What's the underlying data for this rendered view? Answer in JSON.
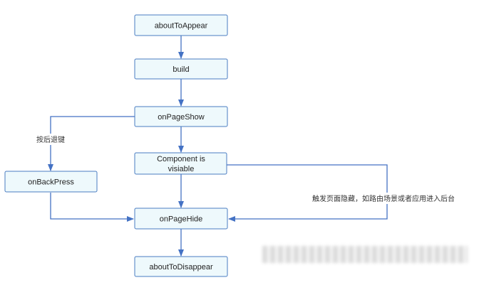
{
  "nodes": {
    "about_to_appear": "aboutToAppear",
    "build": "build",
    "on_page_show": "onPageShow",
    "component_visible_line1": "Component is",
    "component_visible_line2": "visiable",
    "on_back_press": "onBackPress",
    "on_page_hide": "onPageHide",
    "about_to_disappear": "aboutToDisappear"
  },
  "edges": {
    "back_key_label": "按后退键",
    "hidden_label": "触发页面隐藏，如路由场景或者应用进入后台"
  },
  "colors": {
    "node_fill": "#eef9fc",
    "node_border": "#4a7cc2",
    "arrow": "#4472c4"
  }
}
